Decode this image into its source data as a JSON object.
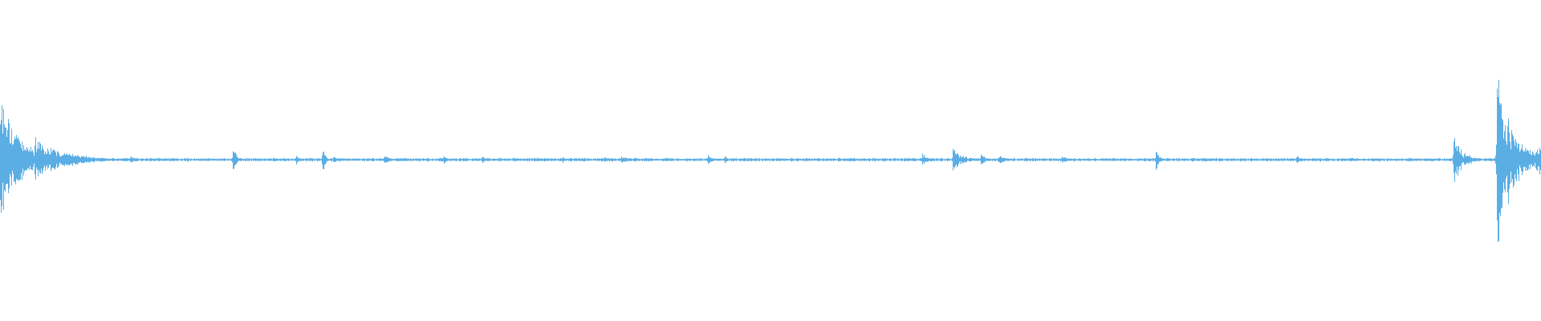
{
  "waveform": {
    "color": "#5aaee4",
    "background": "#ffffff",
    "baseline_amplitude": 0.008,
    "note": "",
    "bursts": [
      {
        "t": 0.0,
        "amp": 0.46,
        "decay": 0.012,
        "density": 1.0
      },
      {
        "t": 0.009,
        "amp": 0.22,
        "decay": 0.01,
        "density": 1.0
      },
      {
        "t": 0.022,
        "amp": 0.16,
        "decay": 0.016,
        "density": 1.0
      },
      {
        "t": 0.034,
        "amp": 0.08,
        "decay": 0.02,
        "density": 1.0
      },
      {
        "t": 0.084,
        "amp": 0.04,
        "decay": 0.004,
        "density": 0.8
      },
      {
        "t": 0.106,
        "amp": 0.02,
        "decay": 0.003,
        "density": 0.8
      },
      {
        "t": 0.151,
        "amp": 0.22,
        "decay": 0.0015,
        "density": 0.5
      },
      {
        "t": 0.192,
        "amp": 0.06,
        "decay": 0.002,
        "density": 0.6
      },
      {
        "t": 0.209,
        "amp": 0.17,
        "decay": 0.0015,
        "density": 0.5
      },
      {
        "t": 0.216,
        "amp": 0.06,
        "decay": 0.002,
        "density": 0.6
      },
      {
        "t": 0.249,
        "amp": 0.06,
        "decay": 0.003,
        "density": 0.6
      },
      {
        "t": 0.288,
        "amp": 0.04,
        "decay": 0.002,
        "density": 0.6
      },
      {
        "t": 0.312,
        "amp": 0.04,
        "decay": 0.003,
        "density": 0.6
      },
      {
        "t": 0.333,
        "amp": 0.03,
        "decay": 0.002,
        "density": 0.6
      },
      {
        "t": 0.348,
        "amp": 0.03,
        "decay": 0.002,
        "density": 0.6
      },
      {
        "t": 0.365,
        "amp": 0.03,
        "decay": 0.002,
        "density": 0.6
      },
      {
        "t": 0.392,
        "amp": 0.03,
        "decay": 0.002,
        "density": 0.6
      },
      {
        "t": 0.403,
        "amp": 0.05,
        "decay": 0.003,
        "density": 0.6
      },
      {
        "t": 0.411,
        "amp": 0.03,
        "decay": 0.002,
        "density": 0.6
      },
      {
        "t": 0.459,
        "amp": 0.06,
        "decay": 0.003,
        "density": 0.6
      },
      {
        "t": 0.47,
        "amp": 0.04,
        "decay": 0.002,
        "density": 0.6
      },
      {
        "t": 0.505,
        "amp": 0.02,
        "decay": 0.002,
        "density": 0.6
      },
      {
        "t": 0.572,
        "amp": 0.02,
        "decay": 0.003,
        "density": 0.6
      },
      {
        "t": 0.598,
        "amp": 0.06,
        "decay": 0.004,
        "density": 0.7
      },
      {
        "t": 0.618,
        "amp": 0.1,
        "decay": 0.006,
        "density": 0.9
      },
      {
        "t": 0.636,
        "amp": 0.05,
        "decay": 0.004,
        "density": 0.8
      },
      {
        "t": 0.648,
        "amp": 0.07,
        "decay": 0.003,
        "density": 0.7
      },
      {
        "t": 0.689,
        "amp": 0.04,
        "decay": 0.004,
        "density": 0.7
      },
      {
        "t": 0.75,
        "amp": 0.16,
        "decay": 0.0015,
        "density": 0.5
      },
      {
        "t": 0.78,
        "amp": 0.02,
        "decay": 0.002,
        "density": 0.6
      },
      {
        "t": 0.841,
        "amp": 0.04,
        "decay": 0.004,
        "density": 0.7
      },
      {
        "t": 0.86,
        "amp": 0.02,
        "decay": 0.002,
        "density": 0.6
      },
      {
        "t": 0.876,
        "amp": 0.02,
        "decay": 0.002,
        "density": 0.6
      },
      {
        "t": 0.924,
        "amp": 0.02,
        "decay": 0.002,
        "density": 0.6
      },
      {
        "t": 0.943,
        "amp": 0.26,
        "decay": 0.004,
        "density": 0.9
      },
      {
        "t": 0.95,
        "amp": 0.06,
        "decay": 0.006,
        "density": 0.9
      },
      {
        "t": 0.971,
        "amp": 0.64,
        "decay": 0.01,
        "density": 1.0
      },
      {
        "t": 0.977,
        "amp": 0.18,
        "decay": 0.012,
        "density": 1.0
      },
      {
        "t": 0.996,
        "amp": 0.18,
        "decay": 0.006,
        "density": 1.0
      }
    ]
  }
}
